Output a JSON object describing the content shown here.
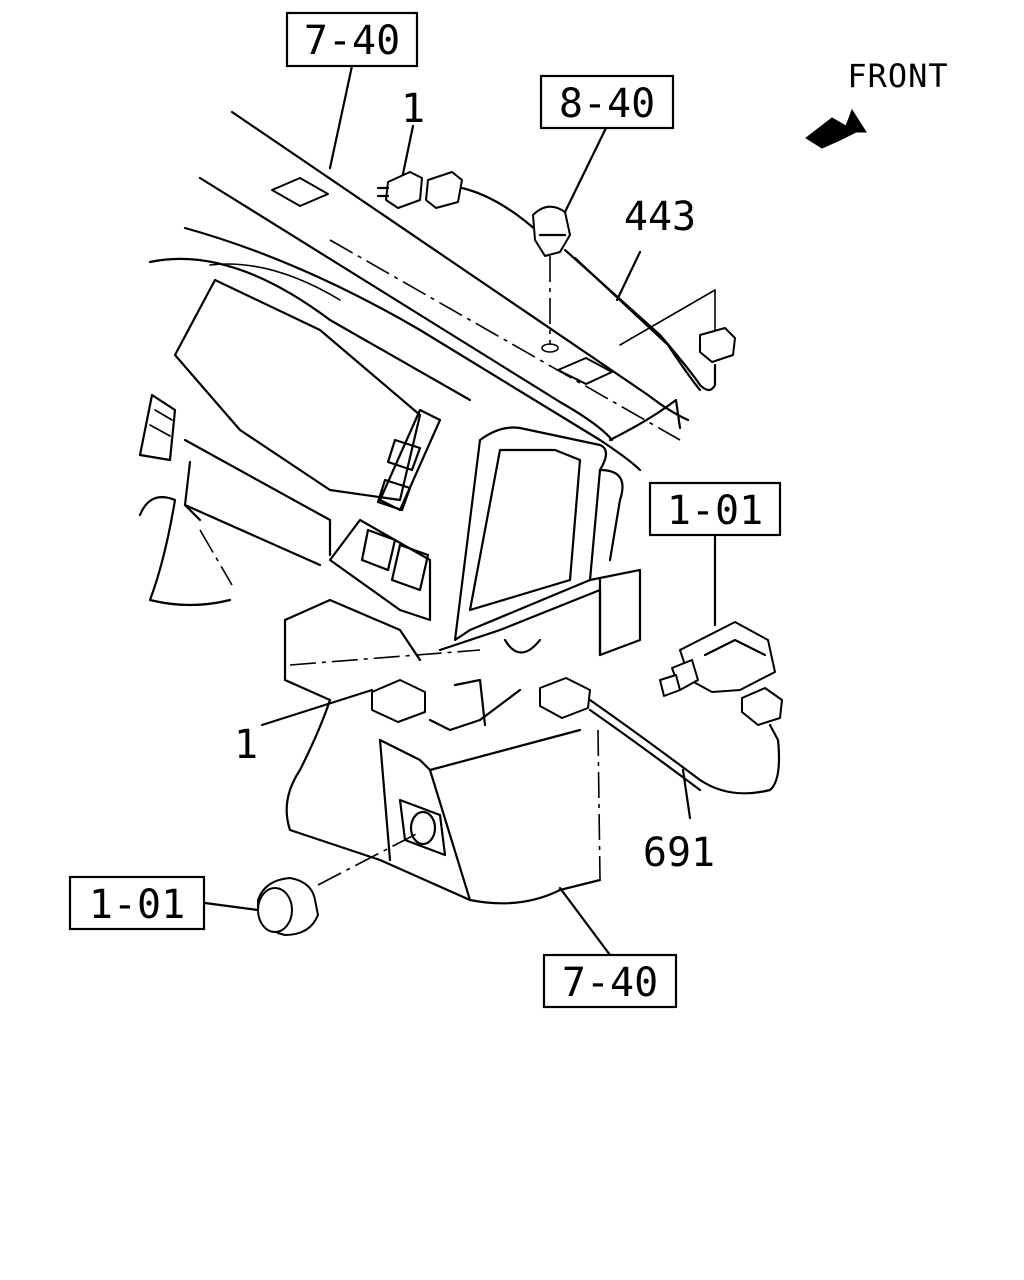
{
  "labels": {
    "ref_top": "7-40",
    "ref_8_40": "8-40",
    "ref_1_01_right": "1-01",
    "ref_1_01_left": "1-01",
    "ref_bottom": "7-40",
    "part_1_top": "1",
    "part_1_bottom": "1",
    "part_443": "443",
    "part_691": "691",
    "direction": "FRONT"
  },
  "icons": {
    "direction_arrow": "front-arrow-icon"
  }
}
